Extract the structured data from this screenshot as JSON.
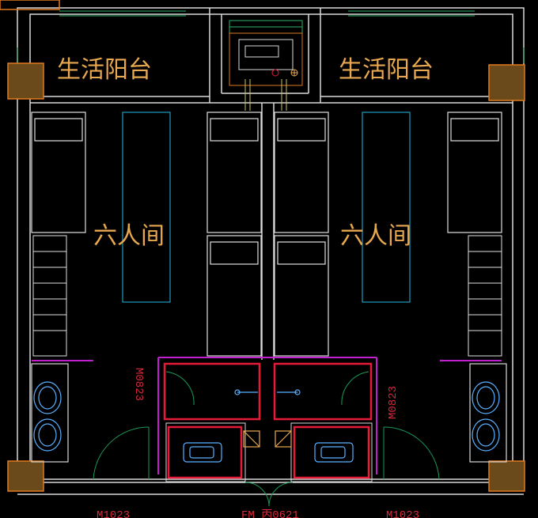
{
  "labels": {
    "balcony_left": "生活阳台",
    "balcony_right": "生活阳台",
    "room_left": "六人间",
    "room_right": "六人间",
    "door_inner_left": "M0823",
    "door_inner_right": "M0823",
    "door_entry_left": "M1023",
    "door_entry_right": "M1023",
    "door_center": "FM 丙0621"
  },
  "colors": {
    "wall": "#d8d8d8",
    "furniture": "#e0e0e0",
    "desk": "#1e9bbf",
    "column": "#e07a20",
    "column_fill": "#6a4a1a",
    "glazing": "#2bb36b",
    "bathroom_wall": "#e81a3a",
    "counter": "#c020d0",
    "door_swing": "#1a9a5a",
    "fixture": "#5ab0ff",
    "balcony_text": "#e8a850"
  }
}
